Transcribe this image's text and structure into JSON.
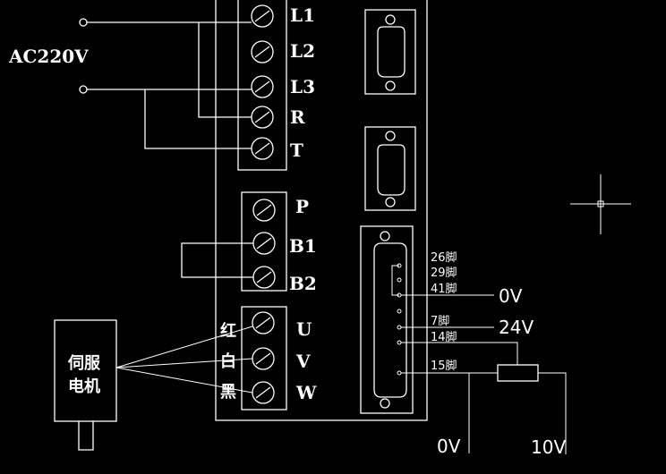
{
  "power": {
    "label": "AC220V"
  },
  "terminals_top": [
    "L1",
    "L2",
    "L3",
    "R",
    "T"
  ],
  "terminals_brake": [
    "P",
    "B1",
    "B2"
  ],
  "terminals_motor": [
    "U",
    "V",
    "W"
  ],
  "wire_colors": [
    "红",
    "白",
    "黑"
  ],
  "motor": {
    "line1": "伺服",
    "line2": "电机"
  },
  "pins": [
    "26脚",
    "29脚",
    "41脚",
    "7脚",
    "14脚",
    "15脚"
  ],
  "signals": {
    "zero_right": "0V",
    "v24": "24V",
    "zero_bottom": "0V",
    "v10": "10V"
  },
  "colors": {
    "background": "#000000",
    "line": "#ffffff"
  }
}
